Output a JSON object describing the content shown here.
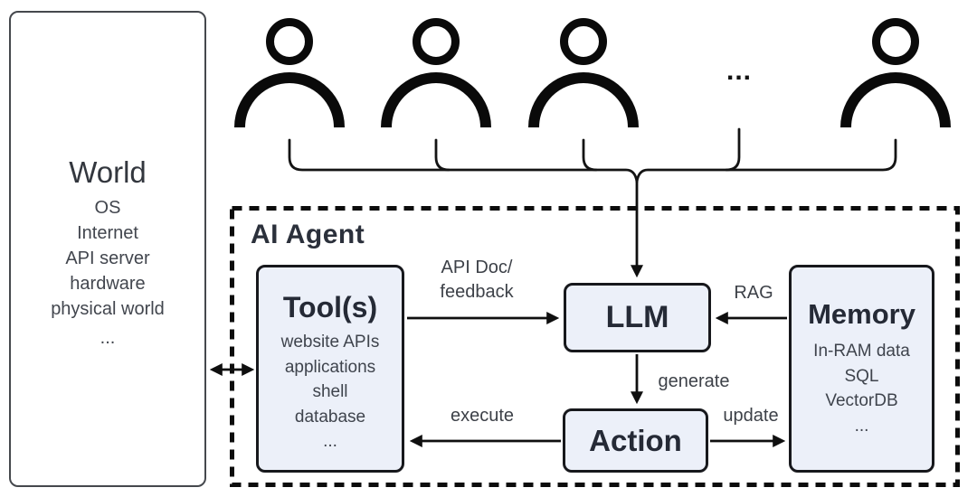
{
  "world": {
    "title": "World",
    "items": [
      "OS",
      "Internet",
      "API server",
      "hardware",
      "physical world",
      "..."
    ]
  },
  "users": {
    "count": 4,
    "ellipsis": "..."
  },
  "agent": {
    "label": "AI Agent",
    "tools": {
      "title": "Tool(s)",
      "items": [
        "website APIs",
        "applications",
        "shell",
        "database",
        "..."
      ]
    },
    "llm": {
      "title": "LLM"
    },
    "memory": {
      "title": "Memory",
      "items": [
        "In-RAM data",
        "SQL",
        "VectorDB",
        "..."
      ]
    },
    "action": {
      "title": "Action"
    }
  },
  "edges": {
    "api_doc_line1": "API Doc/",
    "api_doc_line2": "feedback",
    "rag": "RAG",
    "generate": "generate",
    "update": "update",
    "execute": "execute"
  },
  "colors": {
    "node_fill": "#ecf0f9",
    "node_border": "#17181c",
    "title_text": "#252a36",
    "label_text": "#3d4148",
    "line": "#111111"
  }
}
